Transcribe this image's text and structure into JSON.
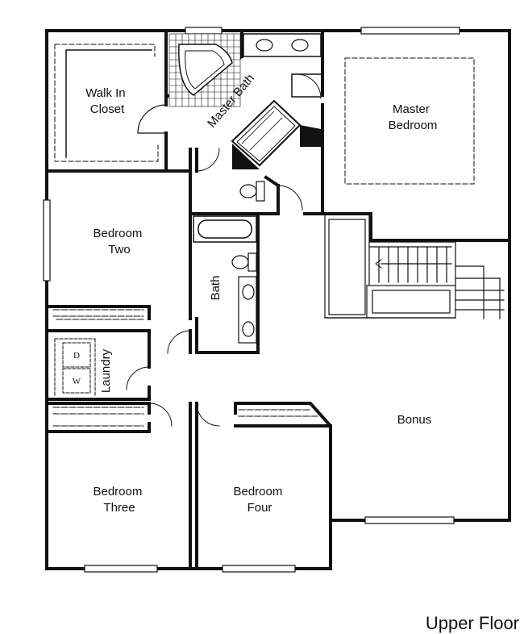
{
  "plan_title": "Upper Floor",
  "rooms": {
    "walk_in_closet": [
      "Walk In",
      "Closet"
    ],
    "master_bath": "Master Bath",
    "master_bedroom": [
      "Master",
      "Bedroom"
    ],
    "bedroom_two": [
      "Bedroom",
      "Two"
    ],
    "bath": "Bath",
    "laundry": "Laundry",
    "bonus": "Bonus",
    "bedroom_three": [
      "Bedroom",
      "Three"
    ],
    "bedroom_four": [
      "Bedroom",
      "Four"
    ]
  },
  "appliances": {
    "dryer": "D",
    "washer": "W"
  }
}
